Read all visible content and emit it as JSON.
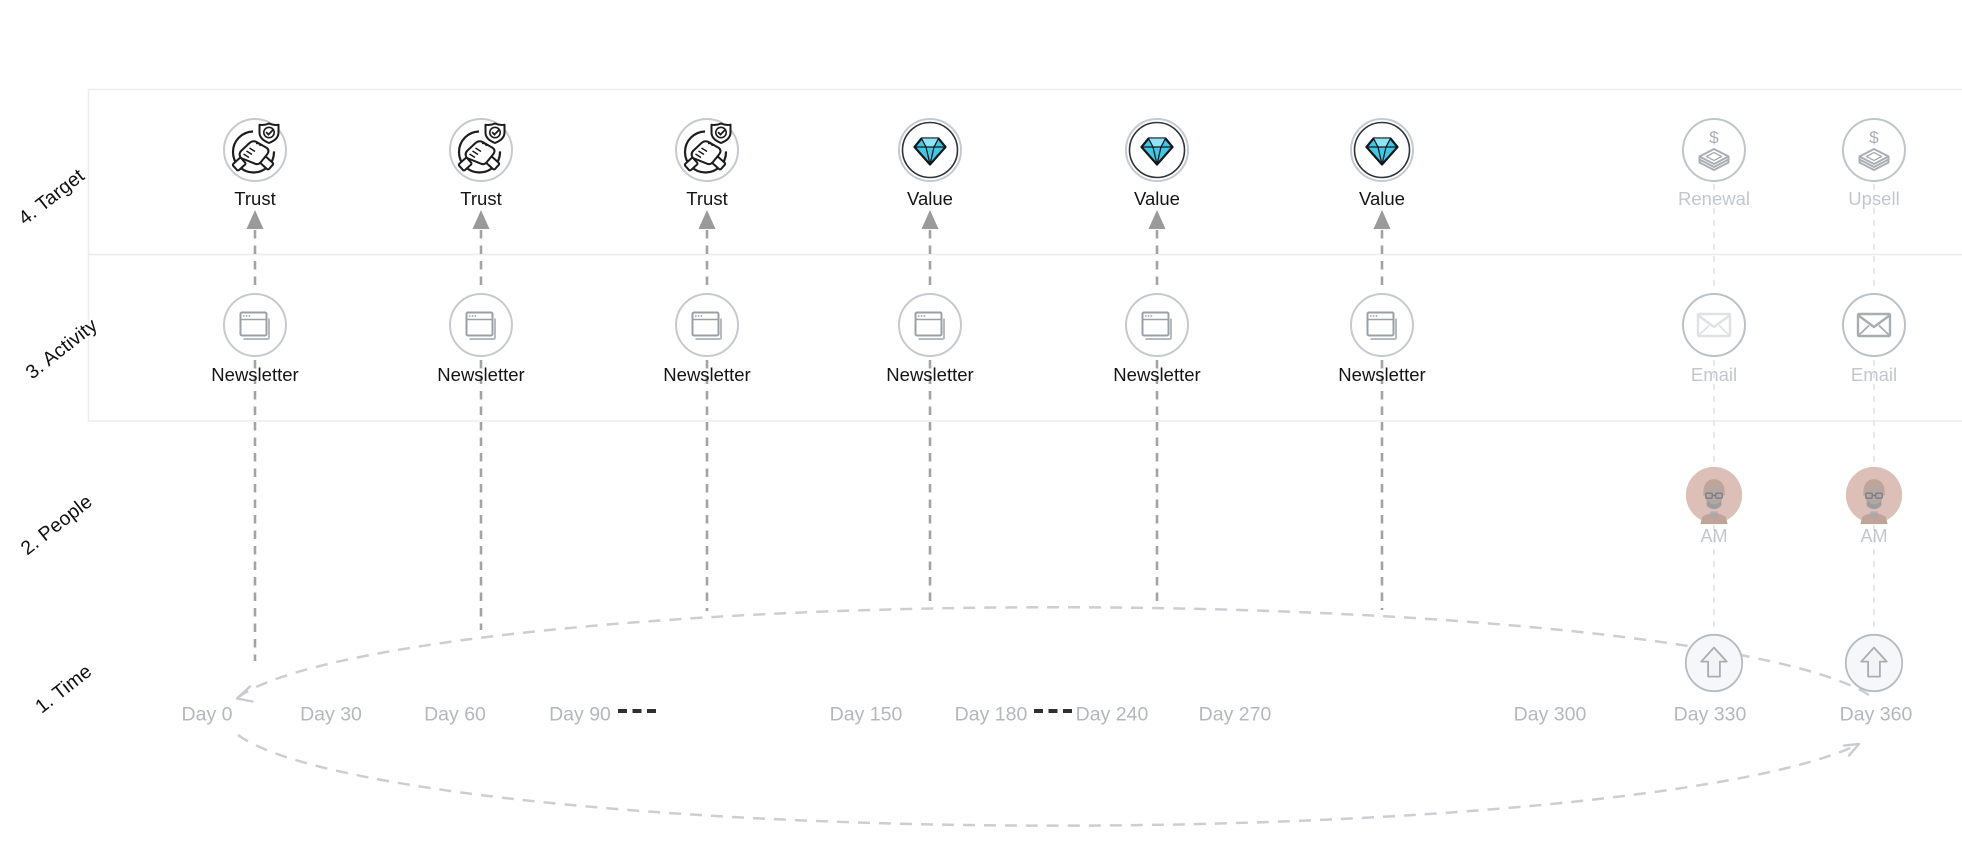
{
  "diagram_title": "customer-success-journey-map",
  "rows": [
    {
      "label": "4. Target"
    },
    {
      "label": "3. Activity"
    },
    {
      "label": "2. People"
    },
    {
      "label": "1. Time"
    }
  ],
  "columns": [
    {
      "target": "Trust",
      "target_icon": "handshake-shield-icon",
      "activity": "Newsletter",
      "activity_icon": "browser-window-icon",
      "state": "active"
    },
    {
      "target": "Trust",
      "target_icon": "handshake-shield-icon",
      "activity": "Newsletter",
      "activity_icon": "browser-window-icon",
      "state": "active"
    },
    {
      "target": "Trust",
      "target_icon": "handshake-shield-icon",
      "activity": "Newsletter",
      "activity_icon": "browser-window-icon",
      "state": "active"
    },
    {
      "target": "Value",
      "target_icon": "gem-icon",
      "activity": "Newsletter",
      "activity_icon": "browser-window-icon",
      "state": "active"
    },
    {
      "target": "Value",
      "target_icon": "gem-icon",
      "activity": "Newsletter",
      "activity_icon": "browser-window-icon",
      "state": "active"
    },
    {
      "target": "Value",
      "target_icon": "gem-icon",
      "activity": "Newsletter",
      "activity_icon": "browser-window-icon",
      "state": "active"
    },
    {
      "target": "Renewal",
      "target_icon": "money-stack-icon",
      "activity": "Email",
      "activity_icon": "envelope-icon",
      "person": "AM",
      "person_icon": "account-manager-avatar",
      "time_icon": "up-arrow-icon",
      "state": "faded"
    },
    {
      "target": "Upsell",
      "target_icon": "money-stack-icon",
      "activity": "Email",
      "activity_icon": "envelope-icon",
      "person": "AM",
      "person_icon": "account-manager-avatar",
      "time_icon": "up-arrow-icon",
      "state": "faded"
    }
  ],
  "timeline": {
    "items": [
      {
        "label": "Day 0"
      },
      {
        "label": "Day 30"
      },
      {
        "label": "Day 60"
      },
      {
        "label": "Day 90"
      },
      {
        "gap": "---"
      },
      {
        "label": "Day 150"
      },
      {
        "label": "Day 180"
      },
      {
        "gap": "---"
      },
      {
        "label": "Day 240"
      },
      {
        "label": "Day 270"
      },
      {
        "label": "Day 300"
      },
      {
        "label": "Day 330"
      },
      {
        "label": "Day 360"
      }
    ],
    "cycle": "dashed ellipse looping from Day 360 back to Day 0"
  },
  "colors": {
    "gem_accent": "#3fc9e4",
    "ink": "#141414",
    "icon_ring": "#c6cace",
    "muted_icon": "#a9aeb3",
    "muted_label": "#c3c7cb",
    "day_label": "#b4b7bb",
    "connector": "#a3a3a3",
    "cycle_line": "#cdced1",
    "avatar_fill": "#d6b6ac",
    "gap_dash": "#2f2f2f"
  }
}
